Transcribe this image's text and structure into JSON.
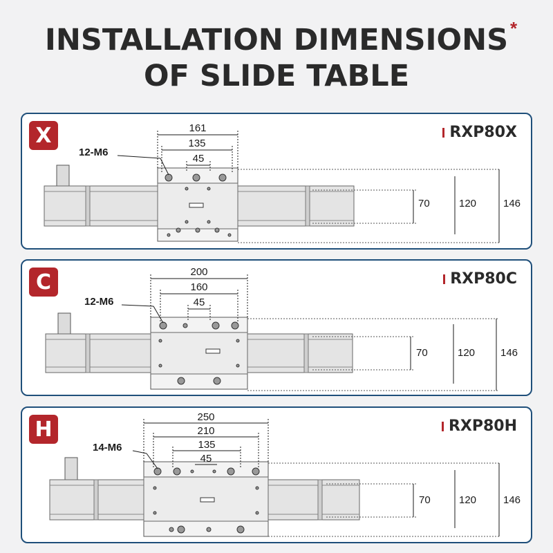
{
  "title": {
    "line1": "INSTALLATION DIMENSIONS",
    "line2": "OF SLIDE TABLE",
    "asterisk": "*"
  },
  "panels": [
    {
      "badge": "X",
      "model": "RXP80X",
      "holes_label": "12-M6",
      "widths": [
        "161",
        "135",
        "45"
      ],
      "heights": [
        "70",
        "120",
        "146"
      ]
    },
    {
      "badge": "C",
      "model": "RXP80C",
      "holes_label": "12-M6",
      "widths": [
        "200",
        "160",
        "45"
      ],
      "heights": [
        "70",
        "120",
        "146"
      ]
    },
    {
      "badge": "H",
      "model": "RXP80H",
      "holes_label": "14-M6",
      "widths": [
        "250",
        "210",
        "135",
        "45"
      ],
      "heights": [
        "70",
        "120",
        "146"
      ]
    }
  ],
  "colors": {
    "accent": "#b3262b",
    "panel_border": "#1f4f7a",
    "title": "#2a2a2a"
  }
}
